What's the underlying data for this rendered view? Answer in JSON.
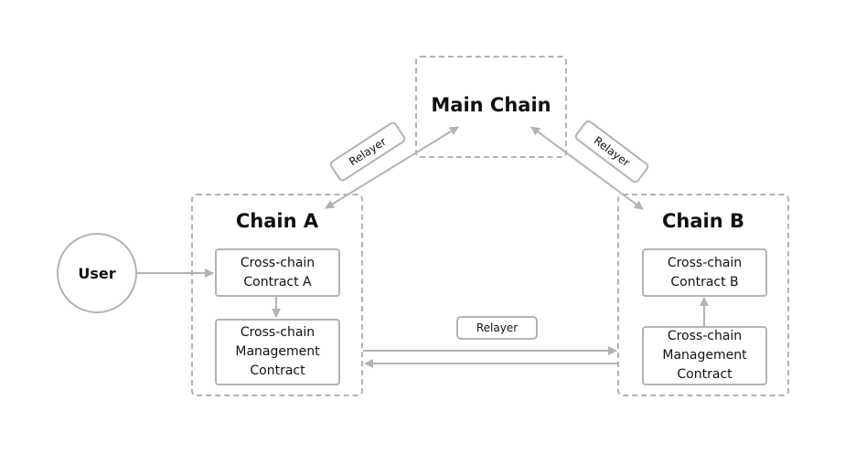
{
  "main_chain": {
    "title": "Main Chain"
  },
  "chain_a": {
    "title": "Chain A",
    "contract": {
      "line1": "Cross-chain",
      "line2": "Contract A"
    },
    "management": {
      "line1": "Cross-chain",
      "line2": "Management",
      "line3": "Contract"
    }
  },
  "chain_b": {
    "title": "Chain B",
    "contract": {
      "line1": "Cross-chain",
      "line2": "Contract B"
    },
    "management": {
      "line1": "Cross-chain",
      "line2": "Management",
      "line3": "Contract"
    }
  },
  "user": {
    "label": "User"
  },
  "relayers": {
    "left": "Relayer",
    "right": "Relayer",
    "bottom": "Relayer"
  },
  "colors": {
    "line": "#b3b3b3",
    "text": "#111111"
  }
}
